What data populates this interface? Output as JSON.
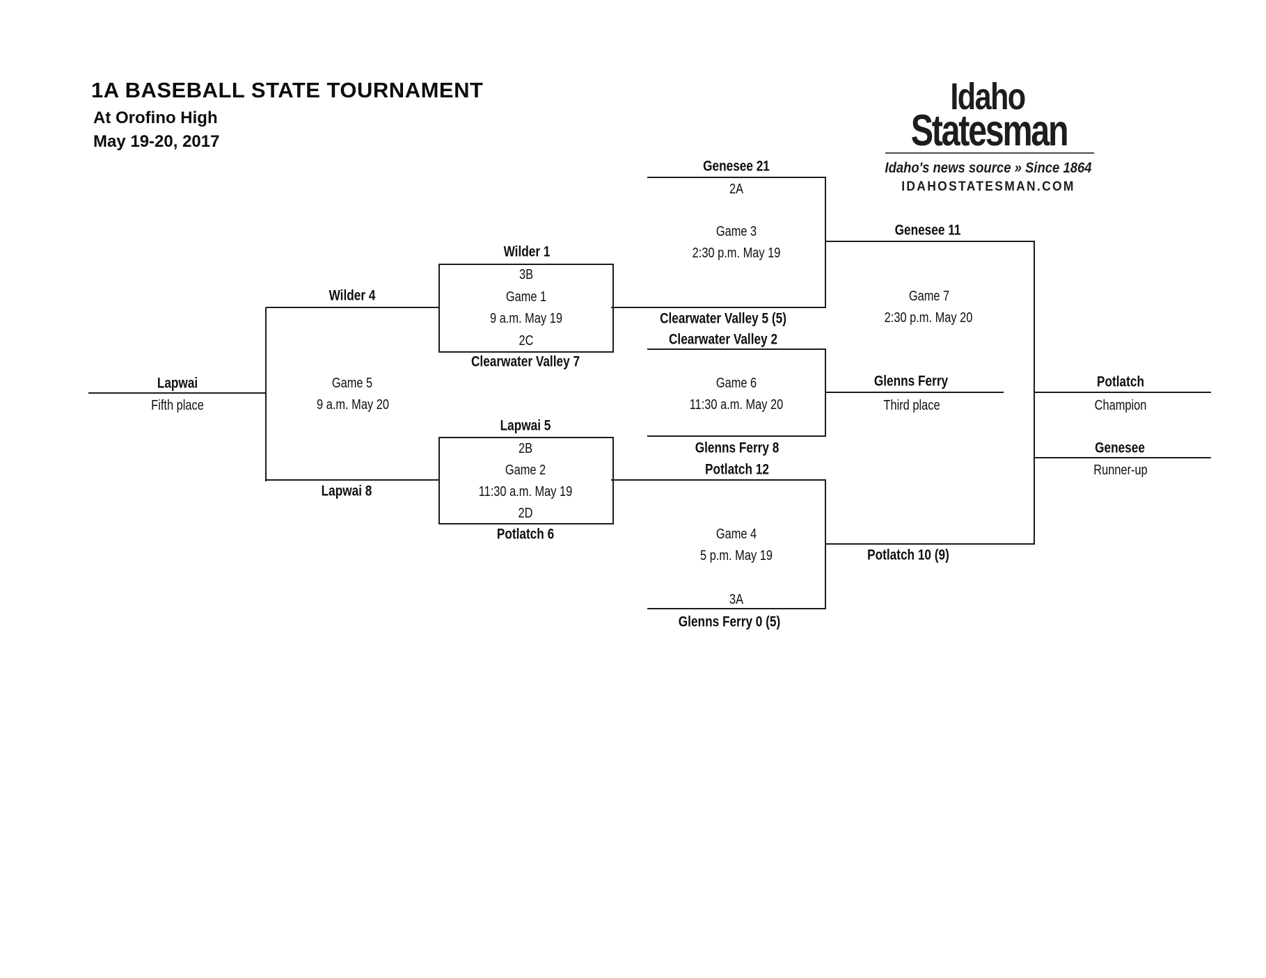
{
  "page": {
    "title": "1A BASEBALL STATE TOURNAMENT",
    "venue": "At Orofino High",
    "dates": "May 19-20, 2017"
  },
  "logo": {
    "line1": "Idaho",
    "line2": "Statesman",
    "tagline": "Idaho's news source » Since 1864",
    "website": "IDAHOSTATESMAN.COM"
  },
  "bracket": {
    "game1": {
      "top_team": "Wilder 1",
      "top_seed": "3B",
      "game": "Game 1",
      "time": "9 a.m. May 19",
      "bottom_seed": "2C",
      "bottom_team": "Clearwater Valley 7",
      "winner": "Clearwater Valley 5 (5)"
    },
    "game2": {
      "top_team": "Lapwai 5",
      "top_seed": "2B",
      "game": "Game 2",
      "time": "11:30 a.m. May 19",
      "bottom_seed": "2D",
      "bottom_team": "Potlatch 6",
      "winner": "Potlatch 12"
    },
    "game3": {
      "top_team": "Genesee 21",
      "top_seed": "2A",
      "game": "Game 3",
      "time": "2:30 p.m. May 19",
      "winner": "Genesee 11"
    },
    "game4": {
      "game": "Game 4",
      "time": "5 p.m. May 19",
      "bottom_seed": "3A",
      "bottom_team": "Glenns Ferry 0 (5)",
      "winner": "Potlatch 10 (9)"
    },
    "game5": {
      "top_team": "Wilder 4",
      "game": "Game 5",
      "time": "9 a.m. May 20",
      "bottom_team": "Lapwai 8",
      "winner": "Lapwai",
      "place_label": "Fifth place"
    },
    "game6": {
      "top_team": "Clearwater Valley 2",
      "game": "Game 6",
      "time": "11:30 a.m. May 20",
      "bottom_team": "Glenns Ferry 8",
      "winner": "Glenns Ferry",
      "place_label": "Third place"
    },
    "game7": {
      "game": "Game 7",
      "time": "2:30 p.m. May 20",
      "champion": "Potlatch",
      "champion_label": "Champion",
      "runner_up": "Genesee",
      "runner_up_label": "Runner-up"
    }
  }
}
